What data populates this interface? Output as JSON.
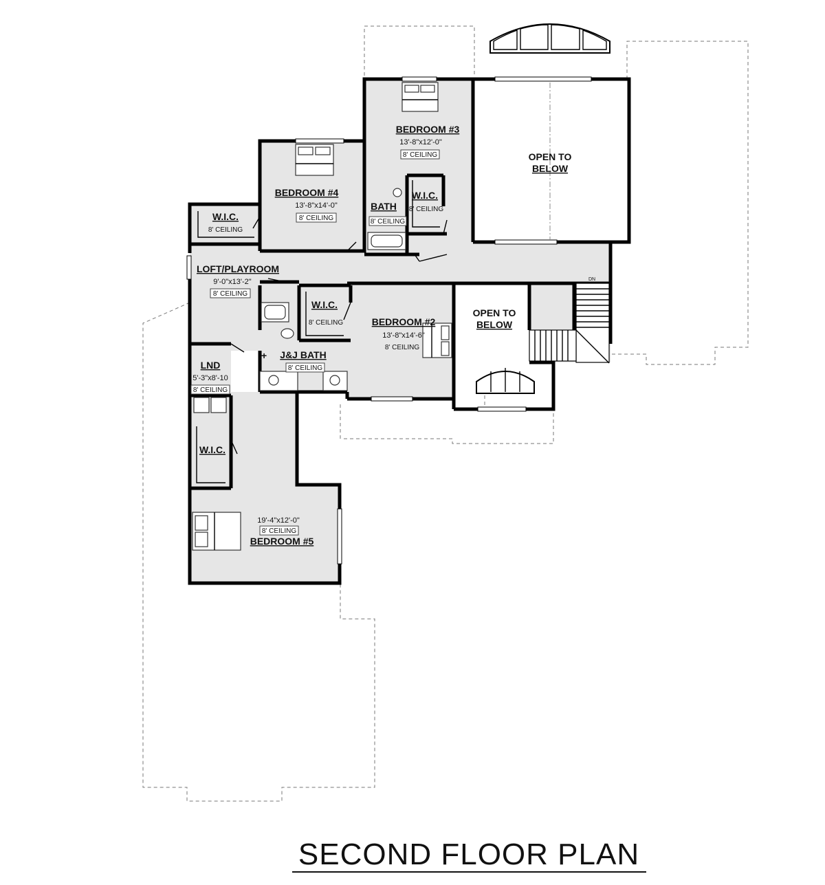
{
  "title": "SECOND FLOOR PLAN",
  "rooms": {
    "bedroom3": {
      "name": "BEDROOM #3",
      "size": "13'-8\"x12'-0\"",
      "ceiling": "8' CEILING"
    },
    "open_to_below_1": {
      "line1": "OPEN TO",
      "line2": "BELOW"
    },
    "bedroom4": {
      "name": "BEDROOM #4",
      "size": "13'-8\"x14'-0\"",
      "ceiling": "8' CEILING"
    },
    "bath": {
      "name": "BATH",
      "ceiling": "8' CEILING"
    },
    "wic_bed3": {
      "name": "W.I.C.",
      "ceiling": "8' CEILING"
    },
    "wic_bed4": {
      "name": "W.I.C.",
      "ceiling": "8' CEILING"
    },
    "loft": {
      "name": "LOFT/PLAYROOM",
      "size": "9'-0\"x13'-2\"",
      "ceiling": "8' CEILING"
    },
    "wic_bed2": {
      "name": "W.I.C.",
      "ceiling": "8' CEILING"
    },
    "bedroom2": {
      "name": "BEDROOM #2",
      "size": "13'-8\"x14'-6\"",
      "ceiling": "8' CEILING"
    },
    "open_to_below_2": {
      "line1": "OPEN TO",
      "line2": "BELOW"
    },
    "jj_bath": {
      "name": "J&J BATH",
      "ceiling": "8' CEILING"
    },
    "lnd": {
      "name": "LND",
      "size": "5'-3\"x8'-10",
      "ceiling": "8' CEILING"
    },
    "wic_bed5": {
      "name": "W.I.C."
    },
    "bedroom5": {
      "name": "BEDROOM #5",
      "size": "19'-4\"x12'-0\"",
      "ceiling": "8' CEILING"
    }
  },
  "stair_label": "DN"
}
